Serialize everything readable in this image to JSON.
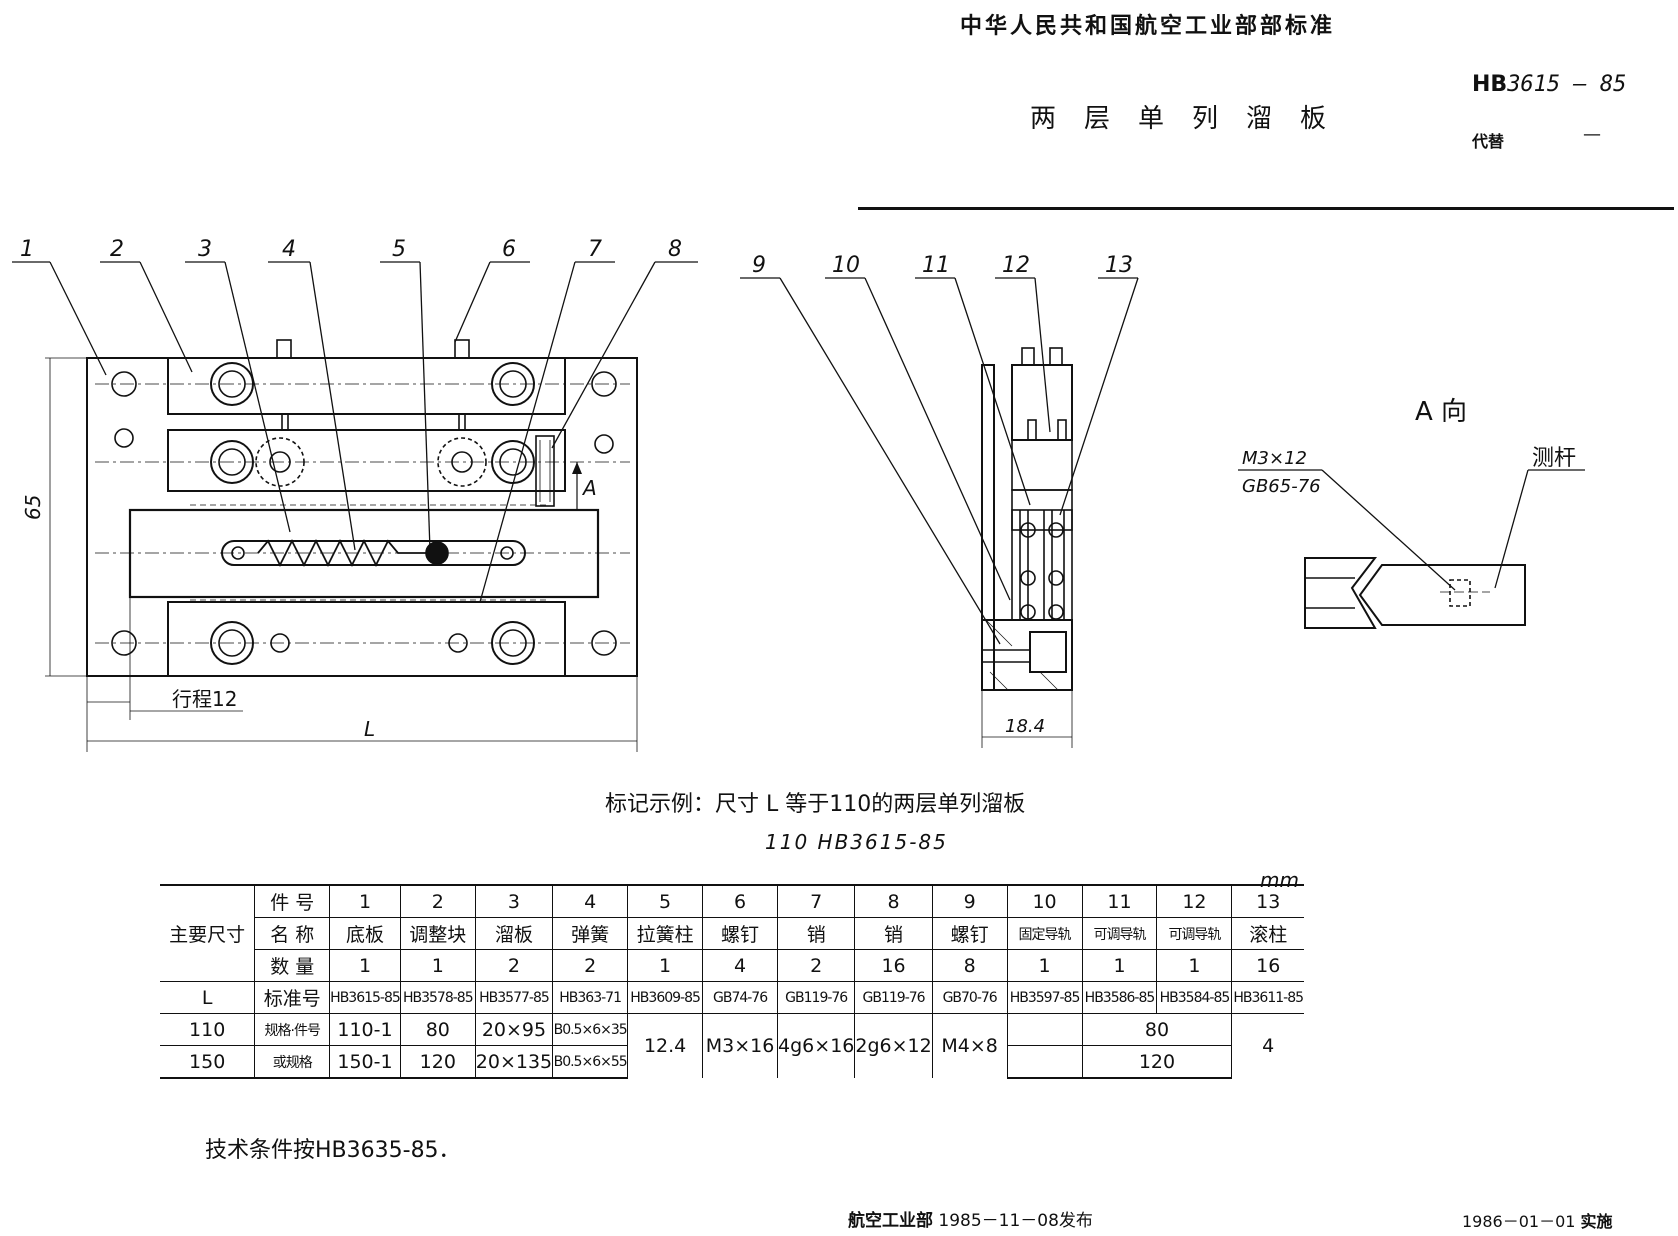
{
  "header": {
    "org_standard": "中华人民共和国航空工业部部标准",
    "std_prefix": "HB",
    "std_number": "3615 — 85",
    "doc_title": "两层单列溜板",
    "replace_label": "代替",
    "replace_value": "—"
  },
  "drawing": {
    "callouts": [
      "1",
      "2",
      "3",
      "4",
      "5",
      "6",
      "7",
      "8",
      "9",
      "10",
      "11",
      "12",
      "13"
    ],
    "dim_height": "65",
    "dim_stroke": "行程12",
    "dim_length": "L",
    "dim_width": "18.4",
    "arrow_a": "A",
    "view_a_title": "A 向",
    "screw_spec_top": "M3×12",
    "screw_spec_bottom": "GB65-76",
    "probe_label": "测杆"
  },
  "marking": {
    "example_text": "标记示例：尺寸 L 等于110的两层单列溜板",
    "example_code": "110    HB3615-85"
  },
  "table": {
    "unit": "mm",
    "main_dim_label": "主要尺寸",
    "row_labels": {
      "part_no": "件 号",
      "name": "名 称",
      "qty": "数 量",
      "std_no": "标准号",
      "spec": "规格·件号",
      "or_spec": "或规格"
    },
    "dim_L": "L",
    "dim_110": "110",
    "dim_150": "150",
    "part_numbers": [
      "1",
      "2",
      "3",
      "4",
      "5",
      "6",
      "7",
      "8",
      "9",
      "10",
      "11",
      "12",
      "13"
    ],
    "names": [
      "底板",
      "调整块",
      "溜板",
      "弹簧",
      "拉簧柱",
      "螺钉",
      "销",
      "销",
      "螺钉",
      "固定导轨",
      "可调导轨",
      "可调导轨",
      "滚柱"
    ],
    "quantities": [
      "1",
      "1",
      "2",
      "2",
      "1",
      "4",
      "2",
      "16",
      "8",
      "1",
      "1",
      "1",
      "16"
    ],
    "standards": [
      "HB3615-85",
      "HB3578-85",
      "HB3577-85",
      "HB363-71",
      "HB3609-85",
      "GB74-76",
      "GB119-76",
      "GB119-76",
      "GB70-76",
      "HB3597-85",
      "HB3586-85",
      "HB3584-85",
      "HB3611-85"
    ],
    "spec_110": [
      "110-1",
      "80",
      "20×95",
      "B0.5×6×35"
    ],
    "spec_150": [
      "150-1",
      "120",
      "20×135",
      "B0.5×6×55"
    ],
    "spec_common": [
      "12.4",
      "M3×16",
      "4g6×16",
      "2g6×12",
      "M4×8"
    ],
    "spec_adj_110": "80",
    "spec_adj_150": "120",
    "spec_roller": "4"
  },
  "footer": {
    "tech_conditions": "技术条件按HB3635-85．",
    "issuer": "航空工业部",
    "issue_date": "1985－11－08发布",
    "impl_date": "1986－01－01",
    "impl_label": "实施"
  }
}
